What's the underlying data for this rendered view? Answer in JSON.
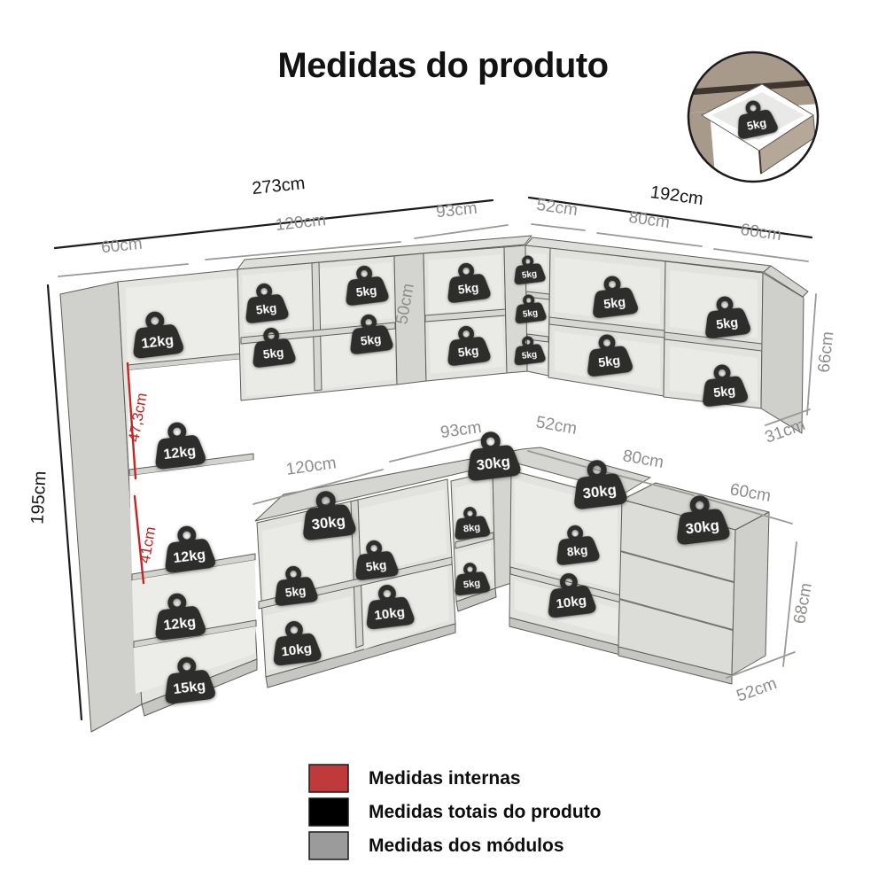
{
  "title": "Medidas do produto",
  "weights": {
    "drawer_inset": "5kg",
    "tall_unit": [
      "12kg",
      "12kg",
      "12kg",
      "12kg",
      "15kg"
    ],
    "wall_120": [
      "5kg",
      "5kg",
      "5kg",
      "5kg"
    ],
    "wall_93": [
      "5kg",
      "5kg"
    ],
    "wall_corner_52": [
      "5kg",
      "5kg",
      "5kg"
    ],
    "wall_80": [
      "5kg",
      "5kg"
    ],
    "wall_60": [
      "5kg",
      "5kg"
    ],
    "countertop": [
      "30kg",
      "30kg",
      "30kg",
      "30kg"
    ],
    "base_120": [
      "5kg",
      "5kg",
      "10kg",
      "10kg"
    ],
    "base_corner_52": [
      "8kg",
      "5kg"
    ],
    "base_80": [
      "8kg",
      "10kg"
    ]
  },
  "dims": {
    "totals": {
      "width_left": "273cm",
      "width_right": "192cm",
      "height": "195cm"
    },
    "modules_top": [
      "60cm",
      "120cm",
      "93cm",
      "52cm",
      "80cm",
      "60cm"
    ],
    "depth_top": "50cm",
    "height_wall": "66cm",
    "depth_wall": "31cm",
    "modules_base": [
      "120cm",
      "93cm",
      "52cm",
      "80cm",
      "60cm"
    ],
    "height_base": "68cm",
    "depth_base": "52cm",
    "internal": [
      "47,3cm",
      "41cm"
    ]
  },
  "legend": {
    "items": [
      {
        "swatch": "#c0393b",
        "label": "Medidas internas"
      },
      {
        "swatch": "#000000",
        "label": "Medidas totais do produto"
      },
      {
        "swatch": "#9b9b9b",
        "label": "Medidas dos módulos"
      }
    ]
  }
}
